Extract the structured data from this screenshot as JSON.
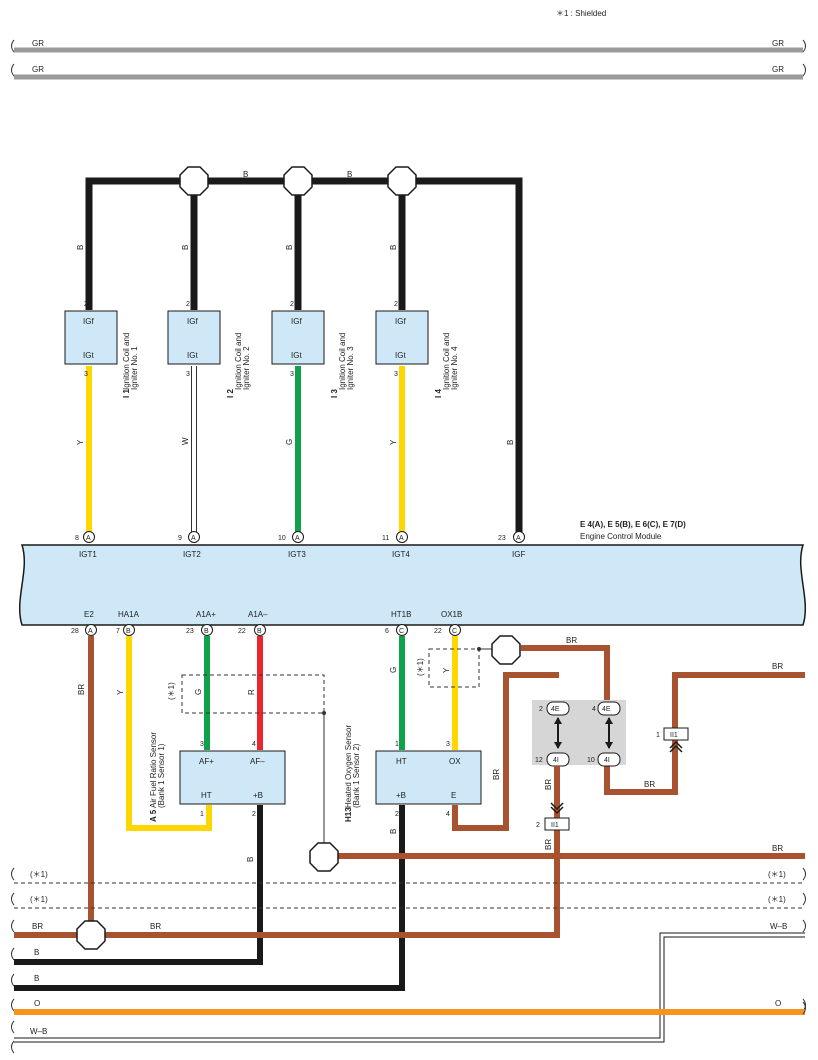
{
  "legend": {
    "shielded_note": "＊1 : Shielded"
  },
  "top_wires": [
    {
      "left": "GR",
      "right": "GR"
    },
    {
      "left": "GR",
      "right": "GR"
    }
  ],
  "top_bus": {
    "label1": "B",
    "label2": "B"
  },
  "ground_wire_labels": {
    "coil1": "B",
    "coil2": "B",
    "coil3": "B",
    "coil4": "B",
    "igf": "B"
  },
  "coils": [
    {
      "ref": "I 1",
      "name": "Ignition Coil and Igniter No. 1",
      "line1": "Ignition Coil and",
      "line2": "Igniter No. 1",
      "top_term": "IGf",
      "bottom_term": "IGt",
      "pin_top": "2",
      "pin_bottom": "3",
      "wire": "Y"
    },
    {
      "ref": "I 2",
      "name": "Ignition Coil and Igniter No. 2",
      "line1": "Ignition Coil and",
      "line2": "Igniter No. 2",
      "top_term": "IGf",
      "bottom_term": "IGt",
      "pin_top": "2",
      "pin_bottom": "3",
      "wire": "W"
    },
    {
      "ref": "I 3",
      "name": "Ignition Coil and Igniter No. 3",
      "line1": "Ignition Coil and",
      "line2": "Igniter No. 3",
      "top_term": "IGf",
      "bottom_term": "IGt",
      "pin_top": "2",
      "pin_bottom": "3",
      "wire": "G"
    },
    {
      "ref": "I 4",
      "name": "Ignition Coil and Igniter No. 4",
      "line1": "Ignition Coil and",
      "line2": "Igniter No. 4",
      "top_term": "IGf",
      "bottom_term": "IGt",
      "pin_top": "2",
      "pin_bottom": "3",
      "wire": "Y"
    }
  ],
  "ecm": {
    "ref": "E 4(A), E 5(B), E 6(C), E 7(D)",
    "name": "Engine Control Module",
    "top_pins": [
      {
        "num": "8",
        "conn": "A",
        "label": "IGT1"
      },
      {
        "num": "9",
        "conn": "A",
        "label": "IGT2"
      },
      {
        "num": "10",
        "conn": "A",
        "label": "IGT3"
      },
      {
        "num": "11",
        "conn": "A",
        "label": "IGT4"
      },
      {
        "num": "23",
        "conn": "A",
        "label": "IGF"
      }
    ],
    "bottom_pins": [
      {
        "num": "28",
        "conn": "A",
        "label": "E2"
      },
      {
        "num": "7",
        "conn": "B",
        "label": "HA1A"
      },
      {
        "num": "23",
        "conn": "B",
        "label": "A1A+"
      },
      {
        "num": "22",
        "conn": "B",
        "label": "A1A–"
      },
      {
        "num": "6",
        "conn": "C",
        "label": "HT1B"
      },
      {
        "num": "22",
        "conn": "C",
        "label": "OX1B"
      }
    ]
  },
  "af_sensor": {
    "ref": "A 5",
    "line1": "Air Fuel Ratio Sensor",
    "line2": "(Bank 1 Sensor 1)",
    "terms": [
      "AF+",
      "AF–",
      "HT",
      "+B"
    ],
    "pins": {
      "af_plus": "3",
      "af_minus": "4",
      "ht": "1",
      "b": "2"
    }
  },
  "o2_sensor": {
    "ref": "H13",
    "line1": "Heated Oxygen Sensor",
    "line2": "(Bank 1 Sensor 2)",
    "terms": [
      "HT",
      "OX",
      "+B",
      "E"
    ],
    "pins": {
      "ht": "1",
      "ox": "3",
      "b": "2",
      "e": "4"
    }
  },
  "wire_labels": {
    "e2": "BR",
    "ha1a": "Y",
    "a1a_plus": "G",
    "a1a_minus": "R",
    "ht1b": "G",
    "ox1b": "Y",
    "af_b": "B",
    "o2_b": "B",
    "o2_e": "BR",
    "br_top": "BR",
    "br_right": "BR",
    "ii1_lower": "BR",
    "ii1_upper": "BR",
    "br_mid": "BR",
    "shield1": "(＊1)",
    "shield2": "(＊1)"
  },
  "junction": {
    "pins_top": [
      {
        "num": "2",
        "id": "4E"
      },
      {
        "num": "4",
        "id": "4E"
      }
    ],
    "pins_bottom": [
      {
        "num": "12",
        "id": "4I"
      },
      {
        "num": "10",
        "id": "4I"
      }
    ]
  },
  "connectors": [
    {
      "pin": "1",
      "id": "II1"
    },
    {
      "pin": "2",
      "id": "II1"
    }
  ],
  "bottom_wires": {
    "shield_a": "(＊1)",
    "shield_a_r": "(＊1)",
    "shield_b": "(＊1)",
    "shield_b_r": "(＊1)",
    "br_left": "BR",
    "br_mid": "BR",
    "wb_right": "W–B",
    "b1": "B",
    "b2": "B",
    "o_left": "O",
    "o_right": "O",
    "wb_left": "W–B"
  },
  "colors": {
    "black": "#1a1a1a",
    "yellow": "#ffd700",
    "green": "#0fa14b",
    "red": "#e8262c",
    "brown": "#a8532f",
    "orange": "#f7941d",
    "gray": "#9a9a9a",
    "ecm_fill": "#cfe8f7"
  }
}
